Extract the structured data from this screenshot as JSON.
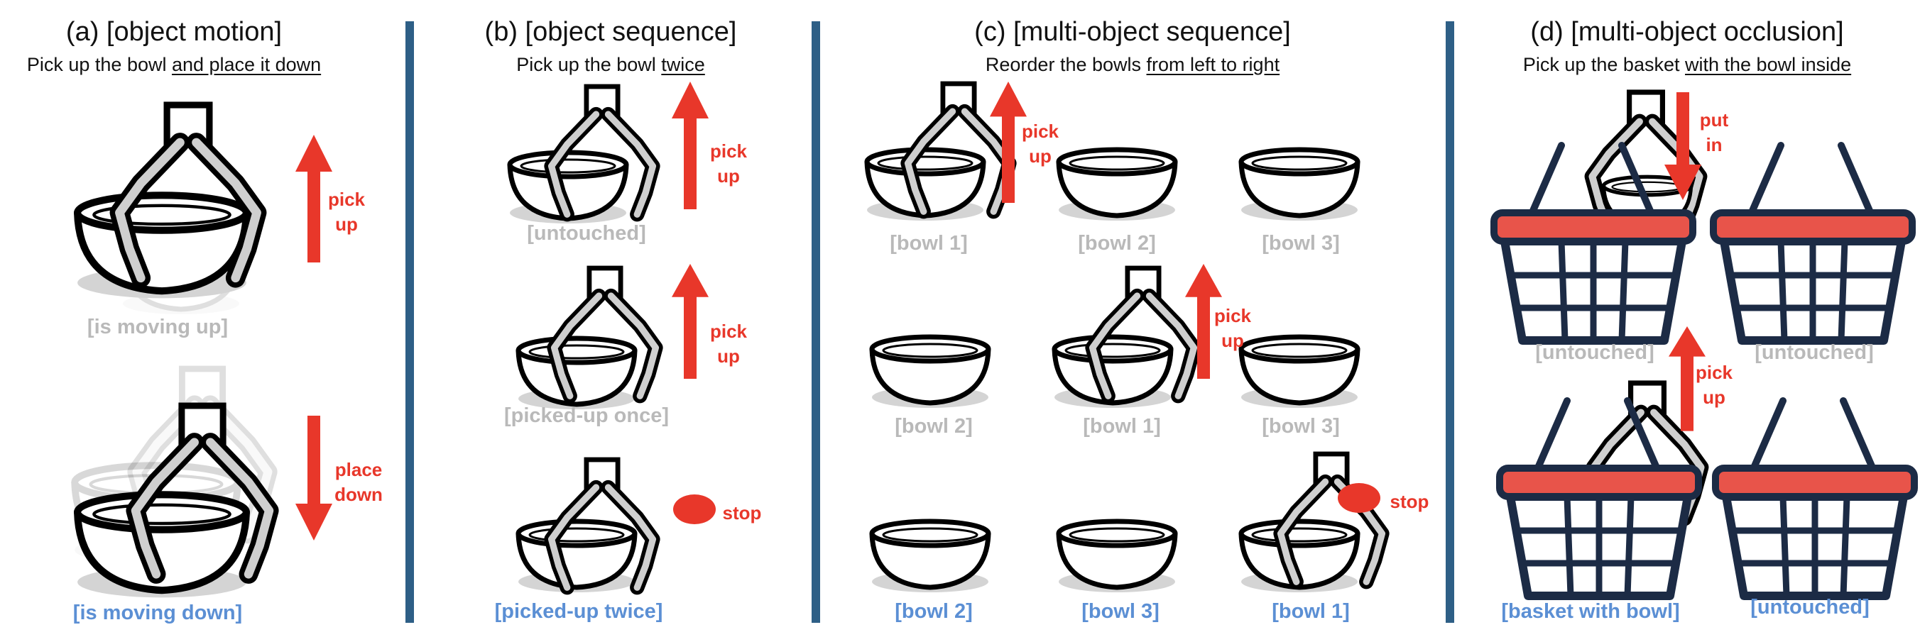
{
  "panels": [
    {
      "title": "(a) [object motion]",
      "subtitle_plain": "Pick up the bowl ",
      "subtitle_underlined": "and place it down",
      "labels": {
        "state_1": "[is moving up]",
        "state_2": "[is moving down]"
      },
      "actions": {
        "action_1": "pick\nup",
        "action_2": "place\ndown"
      }
    },
    {
      "title": "(b) [object sequence]",
      "subtitle_plain": "Pick up the bowl ",
      "subtitle_underlined": "twice",
      "labels": {
        "state_1": "[untouched]",
        "state_2": "[picked-up once]",
        "state_3": "[picked-up twice]"
      },
      "actions": {
        "action_1": "pick\nup",
        "action_2": "pick\nup",
        "action_3": "stop"
      }
    },
    {
      "title": "(c) [multi-object sequence]",
      "subtitle_plain": "Reorder the bowls ",
      "subtitle_underlined": "from left to right",
      "rows": [
        [
          "[bowl 1]",
          "[bowl 2]",
          "[bowl 3]"
        ],
        [
          "[bowl 2]",
          "[bowl 1]",
          "[bowl 3]"
        ],
        [
          "[bowl 2]",
          "[bowl 3]",
          "[bowl 1]"
        ]
      ],
      "actions": {
        "action_1": "pick\nup",
        "action_2": "pick\nup",
        "action_3": "stop"
      }
    },
    {
      "title": "(d) [multi-object occlusion]",
      "subtitle_plain": "Pick up the basket ",
      "subtitle_underlined": "with the bowl inside",
      "labels": {
        "top_left": "[untouched]",
        "top_right": "[untouched]",
        "bottom_left": "[basket with bowl]",
        "bottom_right": "[untouched]"
      },
      "actions": {
        "action_1": "put\nin",
        "action_2": "pick\nup"
      }
    }
  ],
  "colors": {
    "divider": "#2e5f86",
    "arrow": "#e8372a",
    "faded_label": "#b9b9b9",
    "final_label": "#5b8fd4",
    "basket": "#1c2b45",
    "basket_rim": "#e8544a"
  },
  "icons": [
    "gripper-icon",
    "bowl-icon",
    "basket-icon",
    "up-arrow-icon",
    "down-arrow-icon",
    "stop-dot-icon"
  ]
}
